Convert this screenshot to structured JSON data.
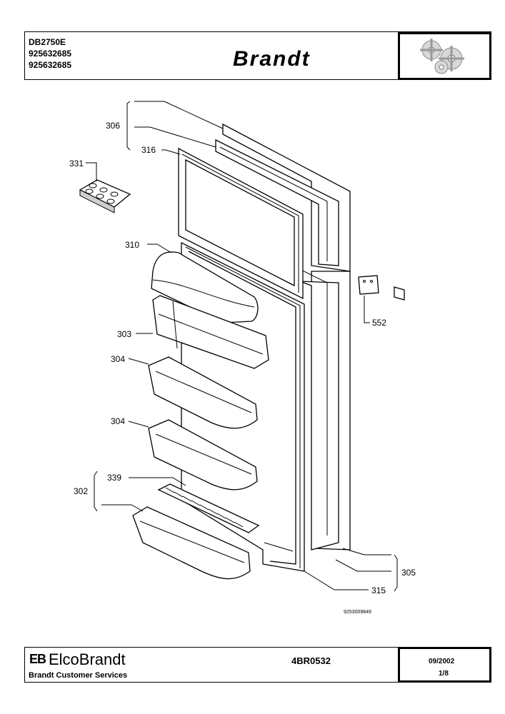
{
  "header": {
    "model": "DB2750E",
    "codes": [
      "925632685",
      "925632685"
    ],
    "brand": "Brandt",
    "logo_icon": "gears-icon"
  },
  "diagram": {
    "drawing_ref": "9253009849",
    "callouts": {
      "c306": "306",
      "c316": "316",
      "c331": "331",
      "c310": "310",
      "c303": "303",
      "c304a": "304",
      "c304b": "304",
      "c339": "339",
      "c302": "302",
      "c552": "552",
      "c305": "305",
      "c315": "315"
    }
  },
  "footer": {
    "company_logo": "EB",
    "company": "ElcoBrandt",
    "service": "Brandt Customer Services",
    "doc_code": "4BR0532",
    "date": "09/2002",
    "page": "1/8"
  }
}
